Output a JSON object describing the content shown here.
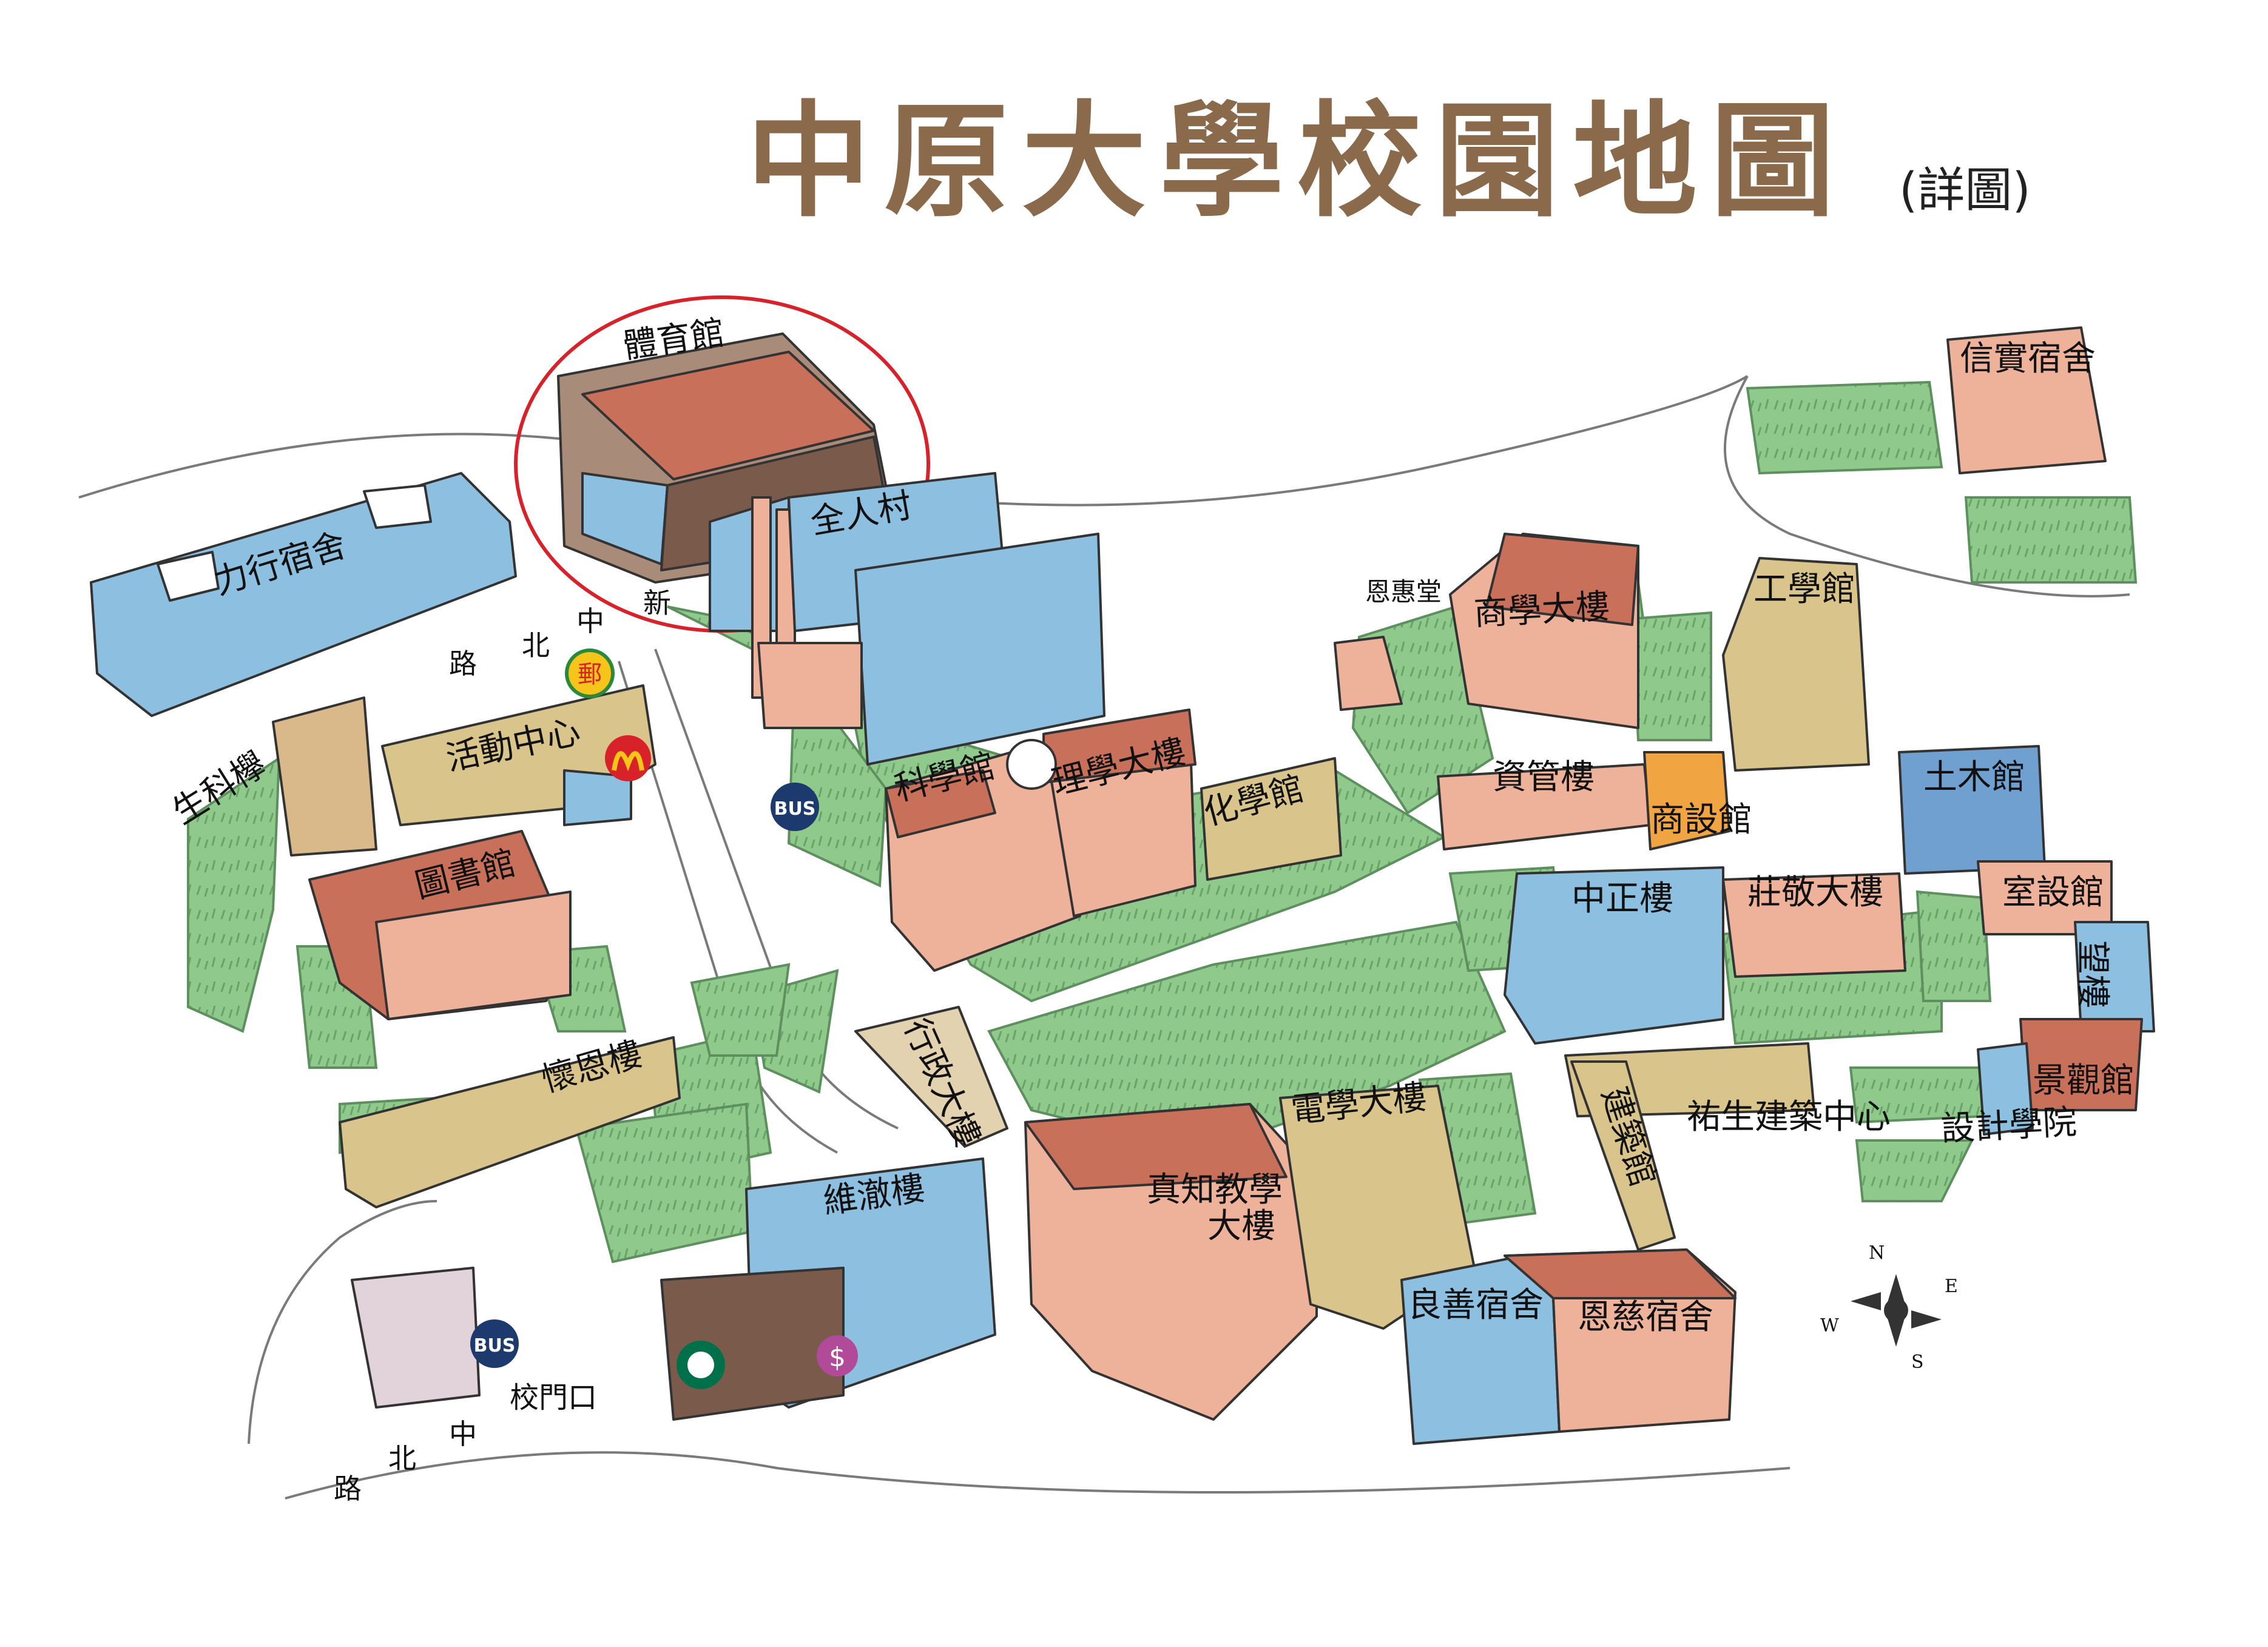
{
  "map": {
    "title": "中原大學校園地圖",
    "subtitle": "(詳圖)",
    "buildings": {
      "gym": "體育館",
      "quanrencun": "全人村",
      "lixing_dorm": "力行宿舍",
      "activity_center": "活動中心",
      "life_science": "生科欅",
      "library": "圖書館",
      "huaien": "懷恩樓",
      "science": "科學館",
      "science_hall": "理學大樓",
      "chemistry": "化學館",
      "admin": "行政大樓",
      "weiche": "維澈樓",
      "zhenzhi_1": "真知教學",
      "zhenzhi_2": "大樓",
      "electrical": "電學大樓",
      "enhui": "恩惠堂",
      "business": "商學大樓",
      "engineering": "工學館",
      "xinshi_dorm": "信實宿舍",
      "info_mgmt": "資管樓",
      "commercial_design": "商設館",
      "zhongzheng": "中正樓",
      "zhuangjing": "莊敬大樓",
      "civil": "土木館",
      "interior": "室設館",
      "wang": "望樓",
      "landscape": "景觀館",
      "design_college": "設計學院",
      "architecture": "建築館",
      "youshen": "祐生建築中心",
      "liangshan_dorm": "良善宿舍",
      "enci_dorm": "恩慈宿舍"
    },
    "roads": {
      "upper": [
        "中",
        "北",
        "路"
      ],
      "upper_xin": "新",
      "lower": [
        "中",
        "北",
        "路"
      ],
      "gate": "校門口"
    },
    "icons": {
      "bus_label": "BUS",
      "bank_char": "郵",
      "compass": [
        "N",
        "E",
        "S",
        "W"
      ]
    },
    "colors": {
      "title": "#8a6a4a",
      "highlight_circle": "#d8222a",
      "grass": "#8fc98c",
      "blue_building": "#8cbfe0",
      "red_roof": "#c9705a",
      "pink_building": "#eeb19a",
      "tan_building": "#d9c58c"
    }
  }
}
